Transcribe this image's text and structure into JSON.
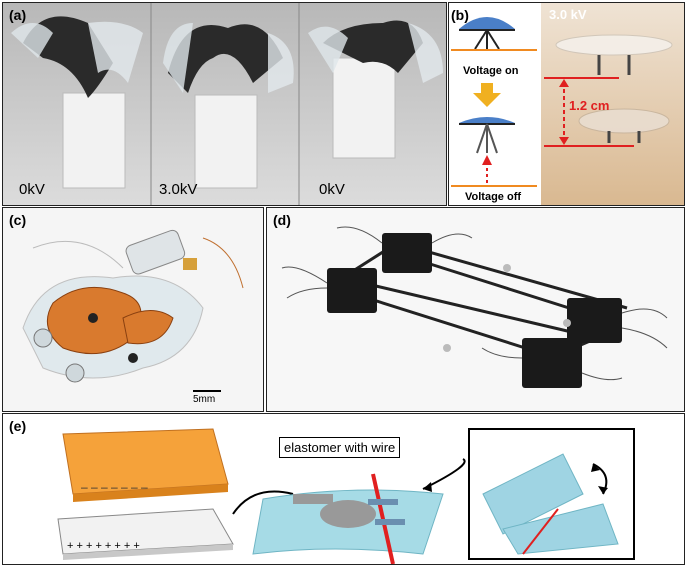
{
  "panel_a": {
    "tag": "(a)",
    "frames": [
      {
        "voltage": "0kV"
      },
      {
        "voltage": "3.0kV"
      },
      {
        "voltage": "0kV"
      }
    ]
  },
  "panel_b": {
    "tag": "(b)",
    "voltage_on": "Voltage on",
    "voltage_off": "Voltage off",
    "voltage_value": "3.0 kV",
    "height": "1.2 cm"
  },
  "panel_c": {
    "tag": "(c)",
    "scale_bar": "5mm"
  },
  "panel_d": {
    "tag": "(d)"
  },
  "panel_e": {
    "tag": "(e)",
    "callout": "elastomer with wire",
    "top_charges": "– – – – – – –",
    "bottom_charges": "+ + + + + + + +"
  },
  "colors": {
    "orange": "#f5a23a",
    "cyan": "#a6dbe6",
    "red": "#e02020",
    "blue_dome": "#3a78c8"
  }
}
